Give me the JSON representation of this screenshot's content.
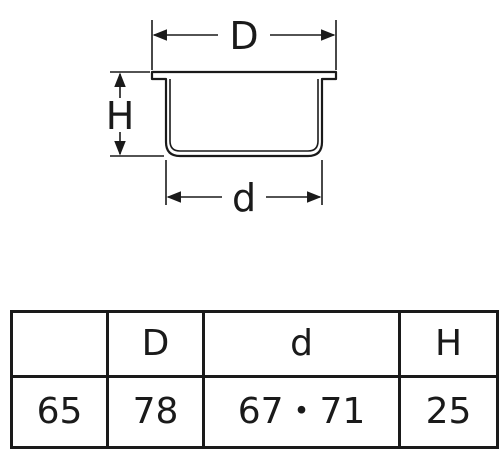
{
  "diagram": {
    "labels": {
      "top_width": "D",
      "bottom_width": "d",
      "height": "H"
    }
  },
  "table": {
    "header": [
      "",
      "D",
      "d",
      "H"
    ],
    "rows": [
      [
        "65",
        "78",
        "67・71",
        "25"
      ]
    ]
  }
}
